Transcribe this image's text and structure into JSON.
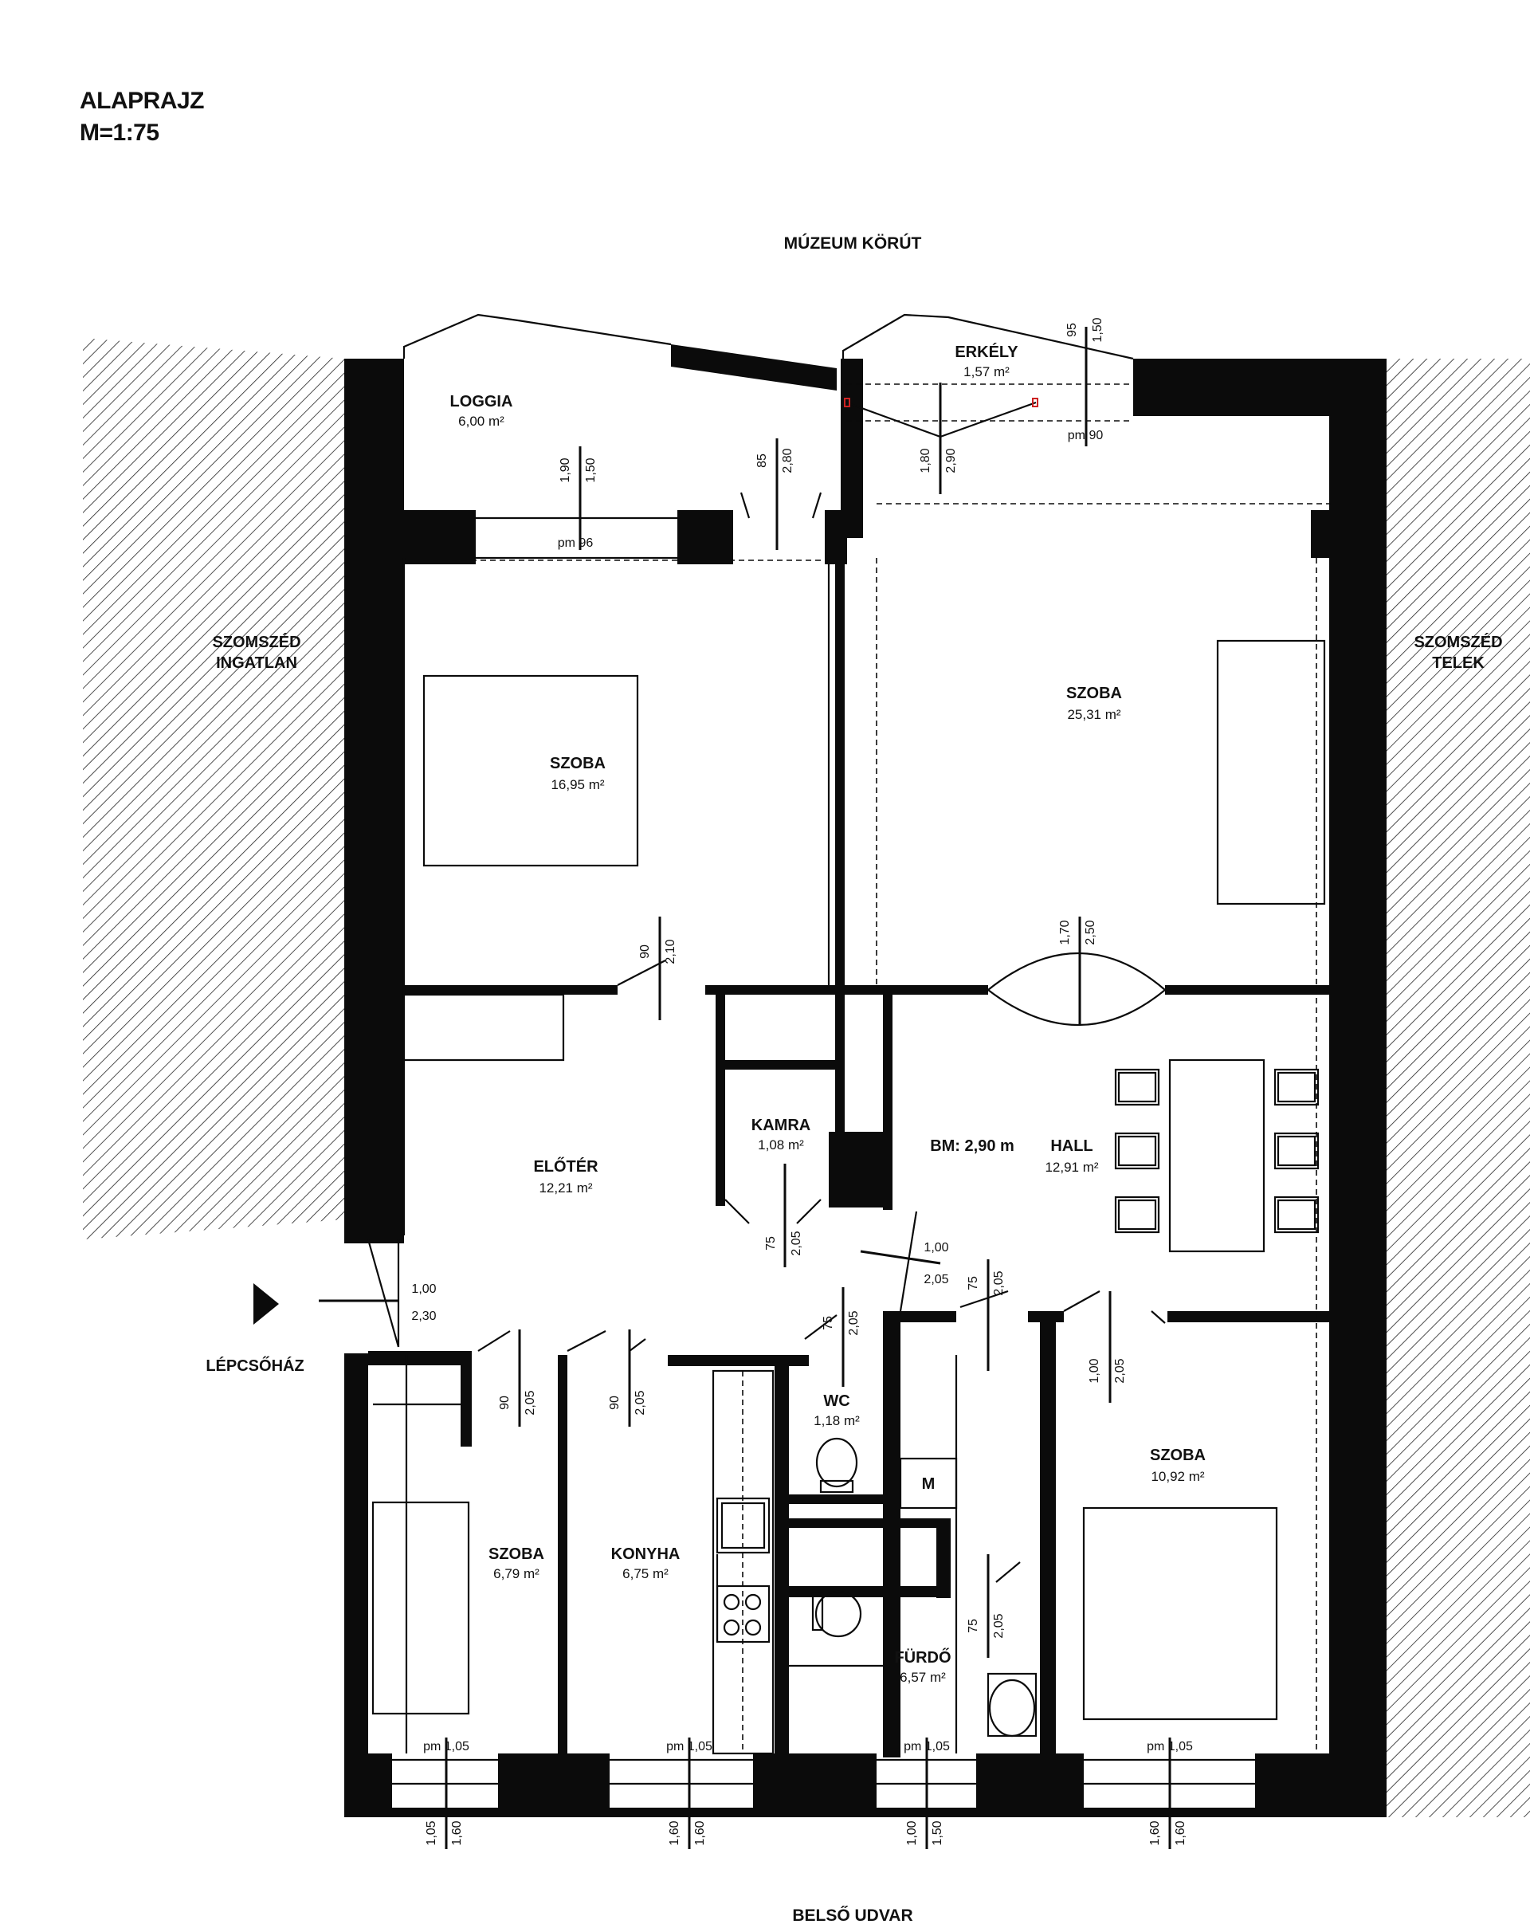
{
  "header": {
    "title_line1": "ALAPRAJZ",
    "title_line2": "M=1:75"
  },
  "streets": {
    "top": "MÚZEUM KÖRÚT",
    "bottom": "BELSŐ UDVAR"
  },
  "neighbors": {
    "left_line1": "SZOMSZÉD",
    "left_line2": "INGATLAN",
    "right_line1": "SZOMSZÉD",
    "right_line2": "TELEK"
  },
  "entrance": {
    "label": "LÉPCSŐHÁZ"
  },
  "rooms": {
    "loggia": {
      "name": "LOGGIA",
      "area": "6,00 m²"
    },
    "erkely": {
      "name": "ERKÉLY",
      "area": "1,57 m²"
    },
    "szoba_nw": {
      "name": "SZOBA",
      "area": "16,95 m²"
    },
    "szoba_ne": {
      "name": "SZOBA",
      "area": "25,31 m²"
    },
    "kamra": {
      "name": "KAMRA",
      "area": "1,08 m²"
    },
    "eloter": {
      "name": "ELŐTÉR",
      "area": "12,21 m²"
    },
    "hall": {
      "name": "HALL",
      "area": "12,91 m²",
      "ceiling": "BM: 2,90 m"
    },
    "wc": {
      "name": "WC",
      "area": "1,18 m²"
    },
    "szoba_sw": {
      "name": "SZOBA",
      "area": "6,79 m²"
    },
    "konyha": {
      "name": "KONYHA",
      "area": "6,75 m²"
    },
    "furdo": {
      "name": "FÜRDŐ",
      "area": "6,57 m²"
    },
    "szoba_se": {
      "name": "SZOBA",
      "area": "10,92 m²"
    },
    "meter": {
      "name": "M"
    }
  },
  "dimensions": {
    "loggia_window": {
      "width": "1,90",
      "height": "1,50",
      "sill": "pm 96"
    },
    "loggia_door": {
      "width": "85",
      "height": "2,80"
    },
    "erkely_door": {
      "width": "1,80",
      "height": "2,90"
    },
    "erkely_window": {
      "width": "95",
      "height": "1,50",
      "sill": "pm 90"
    },
    "szoba_nw_door": {
      "width": "90",
      "height": "2,10"
    },
    "hall_opening": {
      "width": "1,70",
      "height": "2,50"
    },
    "kamra_door": {
      "width": "75",
      "height": "2,05"
    },
    "hall_door": {
      "width": "1,00",
      "height": "2,05"
    },
    "entrance_door": {
      "width": "1,00",
      "height": "2,30"
    },
    "wc_door": {
      "width": "75",
      "height": "2,05"
    },
    "furdo_door_top": {
      "width": "75",
      "height": "2,05"
    },
    "szoba_se_door": {
      "width": "1,00",
      "height": "2,05"
    },
    "szoba_sw_door": {
      "width": "90",
      "height": "2,05"
    },
    "konyha_door": {
      "width": "90",
      "height": "2,05"
    },
    "furdo_door": {
      "width": "75",
      "height": "2,05"
    },
    "window_b1": {
      "width": "1,05",
      "height": "1,60",
      "sill": "pm 1,05"
    },
    "window_b2": {
      "width": "1,60",
      "height": "1,60",
      "sill": "pm 1,05"
    },
    "window_b3": {
      "width": "1,00",
      "height": "1,50",
      "sill": "pm 1,05"
    },
    "window_b4": {
      "width": "1,60",
      "height": "1,60",
      "sill": "pm 1,05"
    }
  },
  "colors": {
    "wall": "#0b0b0b",
    "background": "#ffffff"
  }
}
